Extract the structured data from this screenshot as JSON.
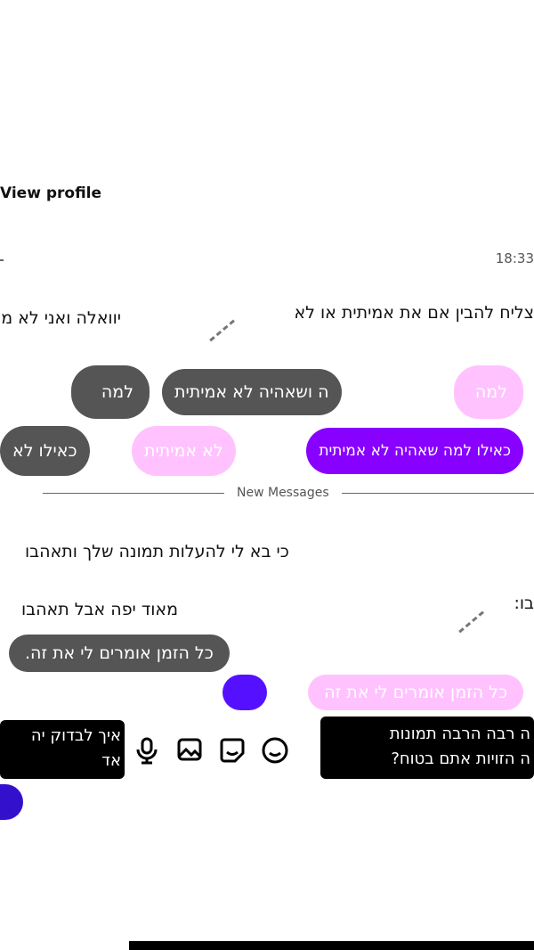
{
  "header": {
    "view_profile": "View profile"
  },
  "timestamp": "18:33",
  "messages": {
    "left_text_1": "יוואלה ואני לא מ",
    "right_text_1": "צליח להבין אם את אמיתית או לא",
    "left_lama": "למה",
    "right_lama": "למה",
    "left_gray_2": "כאילו לא",
    "right_pink_2": "לא אמיתית",
    "right_purple_2": "כאילו למה שאהיה לא אמיתית",
    "right_gray_2": "ה ושאהיה לא אמיתית",
    "divider": "New Messages",
    "center_text_3": "כי בא לי להעלות תמונה שלך ותאהבו",
    "left_text_4": "מאוד יפה אבל תאהבו",
    "right_text_4": "בו:",
    "gray_5": "כל הזמן אומרים לי את זה.",
    "pink_5": "כל הזמן אומרים לי את זה",
    "black_right_line1": "ה רבה הרבה תמונות",
    "black_right_line2": "ה הזויות אתם בטוח?",
    "black_left_line1": "איך לבדוק יה",
    "black_left_line2": "אד"
  },
  "composer": {
    "icons": [
      "microphone-icon",
      "image-icon",
      "sticker-icon",
      "gif-icon",
      "emoji-icon"
    ]
  },
  "colors": {
    "bubble_gray": "#555555",
    "bubble_pink": "#ffc2ff",
    "bubble_purple": "#8800ff",
    "bubble_blue": "#5511ff"
  }
}
